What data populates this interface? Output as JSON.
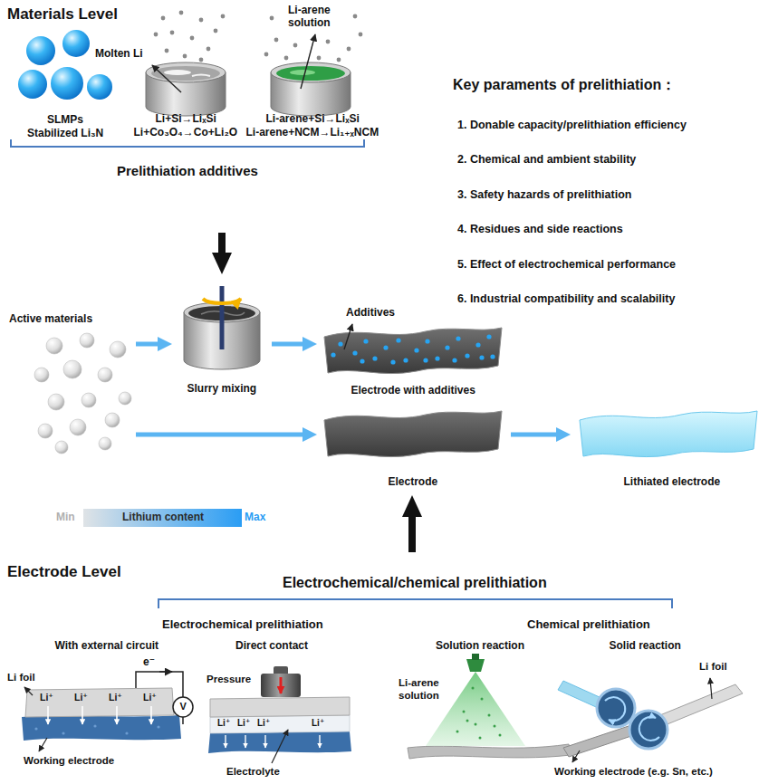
{
  "diagram": {
    "nodes": [
      {
        "text": [
          "SLMPs",
          "Stabilized Li₃N"
        ]
      },
      {
        "text": [
          "Molten Li",
          "Li+Si→LiₓSi",
          "Li+Co₃O₄→Co+Li₂O"
        ]
      },
      {
        "text": [
          "Li-arene solution",
          "Li-arene+Si→LiₓSi",
          "Li-arene+NCM→Li₁₊ₓNCM"
        ]
      },
      {
        "text": [
          "Prelithiation additives"
        ]
      },
      {
        "text": [
          "Active materials"
        ]
      },
      {
        "text": [
          "Slurry mixing"
        ]
      },
      {
        "text": [
          "Additives",
          "Electrode with additives"
        ]
      },
      {
        "text": [
          "Electrode"
        ]
      },
      {
        "text": [
          "Lithiated electrode"
        ]
      },
      {
        "text": [
          "Electrochemical/chemical prelithiation"
        ]
      }
    ],
    "edges": [
      {
        "from": 3,
        "to": 5,
        "arrow": "to"
      },
      {
        "from": 4,
        "to": 5,
        "arrow": "to"
      },
      {
        "from": 5,
        "to": 6,
        "arrow": "to"
      },
      {
        "from": 4,
        "to": 7,
        "arrow": "to"
      },
      {
        "from": 7,
        "to": 8,
        "arrow": "to"
      },
      {
        "from": 9,
        "to": 7,
        "arrow": "to"
      }
    ],
    "labels": [
      "Materials Level",
      "Key paraments of prelithiation：",
      "1. Donable capacity/prelithiation efficiency",
      "2. Chemical and ambient stability",
      "3. Safety hazards of prelithiation",
      "4. Residues and side reactions",
      "5. Effect of electrochemical performance",
      "6. Industrial compatibility and scalability",
      "Min",
      "Lithium content",
      "Max",
      "Electrode Level",
      "Electrochemical prelithiation",
      "Chemical prelithiation",
      "With external circuit",
      "Direct contact",
      "Solution reaction",
      "Solid reaction",
      "Li foil",
      "e⁻",
      "V",
      "Li⁺",
      "Li⁺",
      "Li⁺",
      "Li⁺",
      "Working electrode",
      "Pressure",
      "Li⁺",
      "Li⁺",
      "Li⁺",
      "Li⁺",
      "Electrolyte",
      "Li-arene solution",
      "Li foil",
      "Working electrode (e.g. Sn, etc.)"
    ]
  }
}
